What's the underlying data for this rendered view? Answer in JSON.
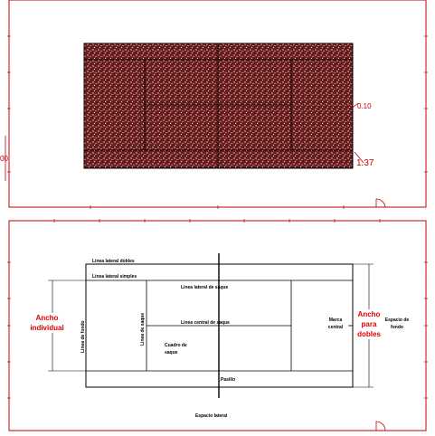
{
  "plan": {
    "dimensions": {
      "left_partial": "00",
      "right_small": "0.10",
      "right_large": "1.37"
    }
  },
  "court": {
    "labels": {
      "doubles_sideline": "Linea lateral dobles",
      "singles_sideline": "Linea lateral simples",
      "service_sideline": "Linea lateral de saque",
      "center_line": "Linea central de saque",
      "baseline": "Linea de fondo",
      "service_line": "Linea de saque",
      "service_box": "Cuadro de saque",
      "center_mark": "Marca central",
      "alley": "Pasillo",
      "side_space": "Espacio lateral",
      "back_space": "Espacio de fondo",
      "individual_width": "Ancho individual",
      "doubles_width": "Ancho para dobles"
    }
  },
  "colors": {
    "dimension": "#e00000",
    "surface": "#5a1a1a"
  }
}
